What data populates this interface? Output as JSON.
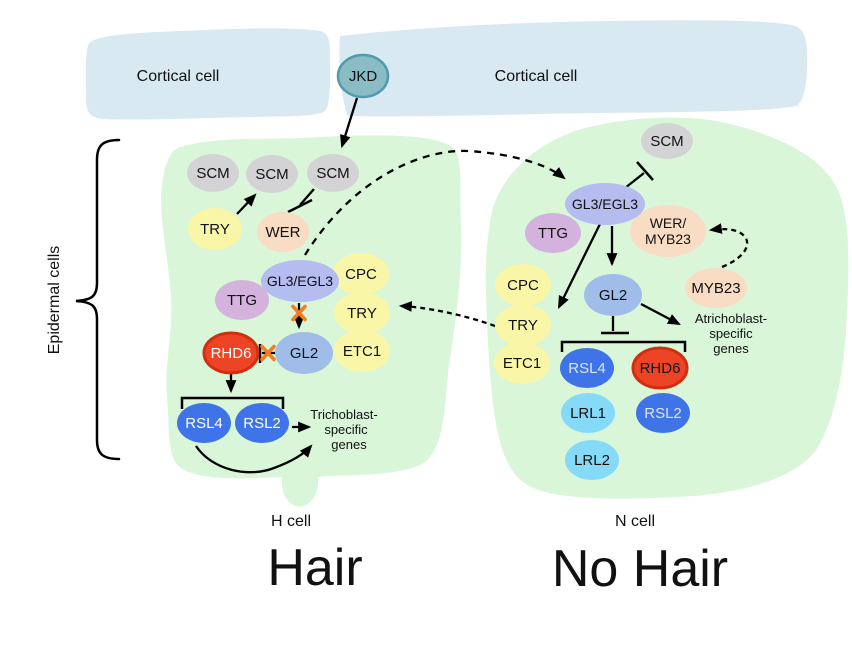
{
  "palette": {
    "cortical_cell_fill": "#d9e9f2",
    "epidermal_cell_fill": "#d9f6d9",
    "node_gray": "#d3d3d6",
    "node_yellow": "#f9f6a8",
    "node_peach": "#f8dcc3",
    "node_periwinkle": "#b4bcf0",
    "node_plum": "#d3b3dd",
    "node_blue": "#9fbde8",
    "node_royal": "#3f73e8",
    "node_cyan": "#85daf8",
    "rhd6_fill": "#ee4426",
    "rhd6_stroke": "#d02f10",
    "jkd_fill": "#8abcc6",
    "jkd_stroke": "#4f9aac",
    "blocked_x": "#f57c1f",
    "edge_black": "#000000"
  },
  "cortical": {
    "left_label": "Cortical cell",
    "right_label": "Cortical cell",
    "jkd": "JKD"
  },
  "epidermal_label": "Epidermal cells",
  "hair": {
    "nodes": {
      "scm1": "SCM",
      "scm2": "SCM",
      "scm3": "SCM",
      "try_upper": "TRY",
      "wer": "WER",
      "gl3_egl3": "GL3/EGL3",
      "ttg": "TTG",
      "cpc": "CPC",
      "try": "TRY",
      "etc1": "ETC1",
      "rhd6": "RHD6",
      "gl2": "GL2",
      "rsl4": "RSL4",
      "rsl2": "RSL2"
    },
    "genes": [
      "Trichoblast-",
      "specific",
      "genes"
    ],
    "cell_label": "H cell",
    "fate": "Hair"
  },
  "nohair": {
    "nodes": {
      "scm": "SCM",
      "gl3_egl3": "GL3/EGL3",
      "ttg": "TTG",
      "wer_myb23_line1": "WER/",
      "wer_myb23_line2": "MYB23",
      "myb23": "MYB23",
      "cpc": "CPC",
      "try": "TRY",
      "etc1": "ETC1",
      "gl2": "GL2",
      "rsl4": "RSL4",
      "rhd6": "RHD6",
      "lrl1": "LRL1",
      "rsl2": "RSL2",
      "lrl2": "LRL2"
    },
    "genes": [
      "Atrichoblast-",
      "specific",
      "genes"
    ],
    "cell_label": "N cell",
    "fate": "No Hair"
  }
}
